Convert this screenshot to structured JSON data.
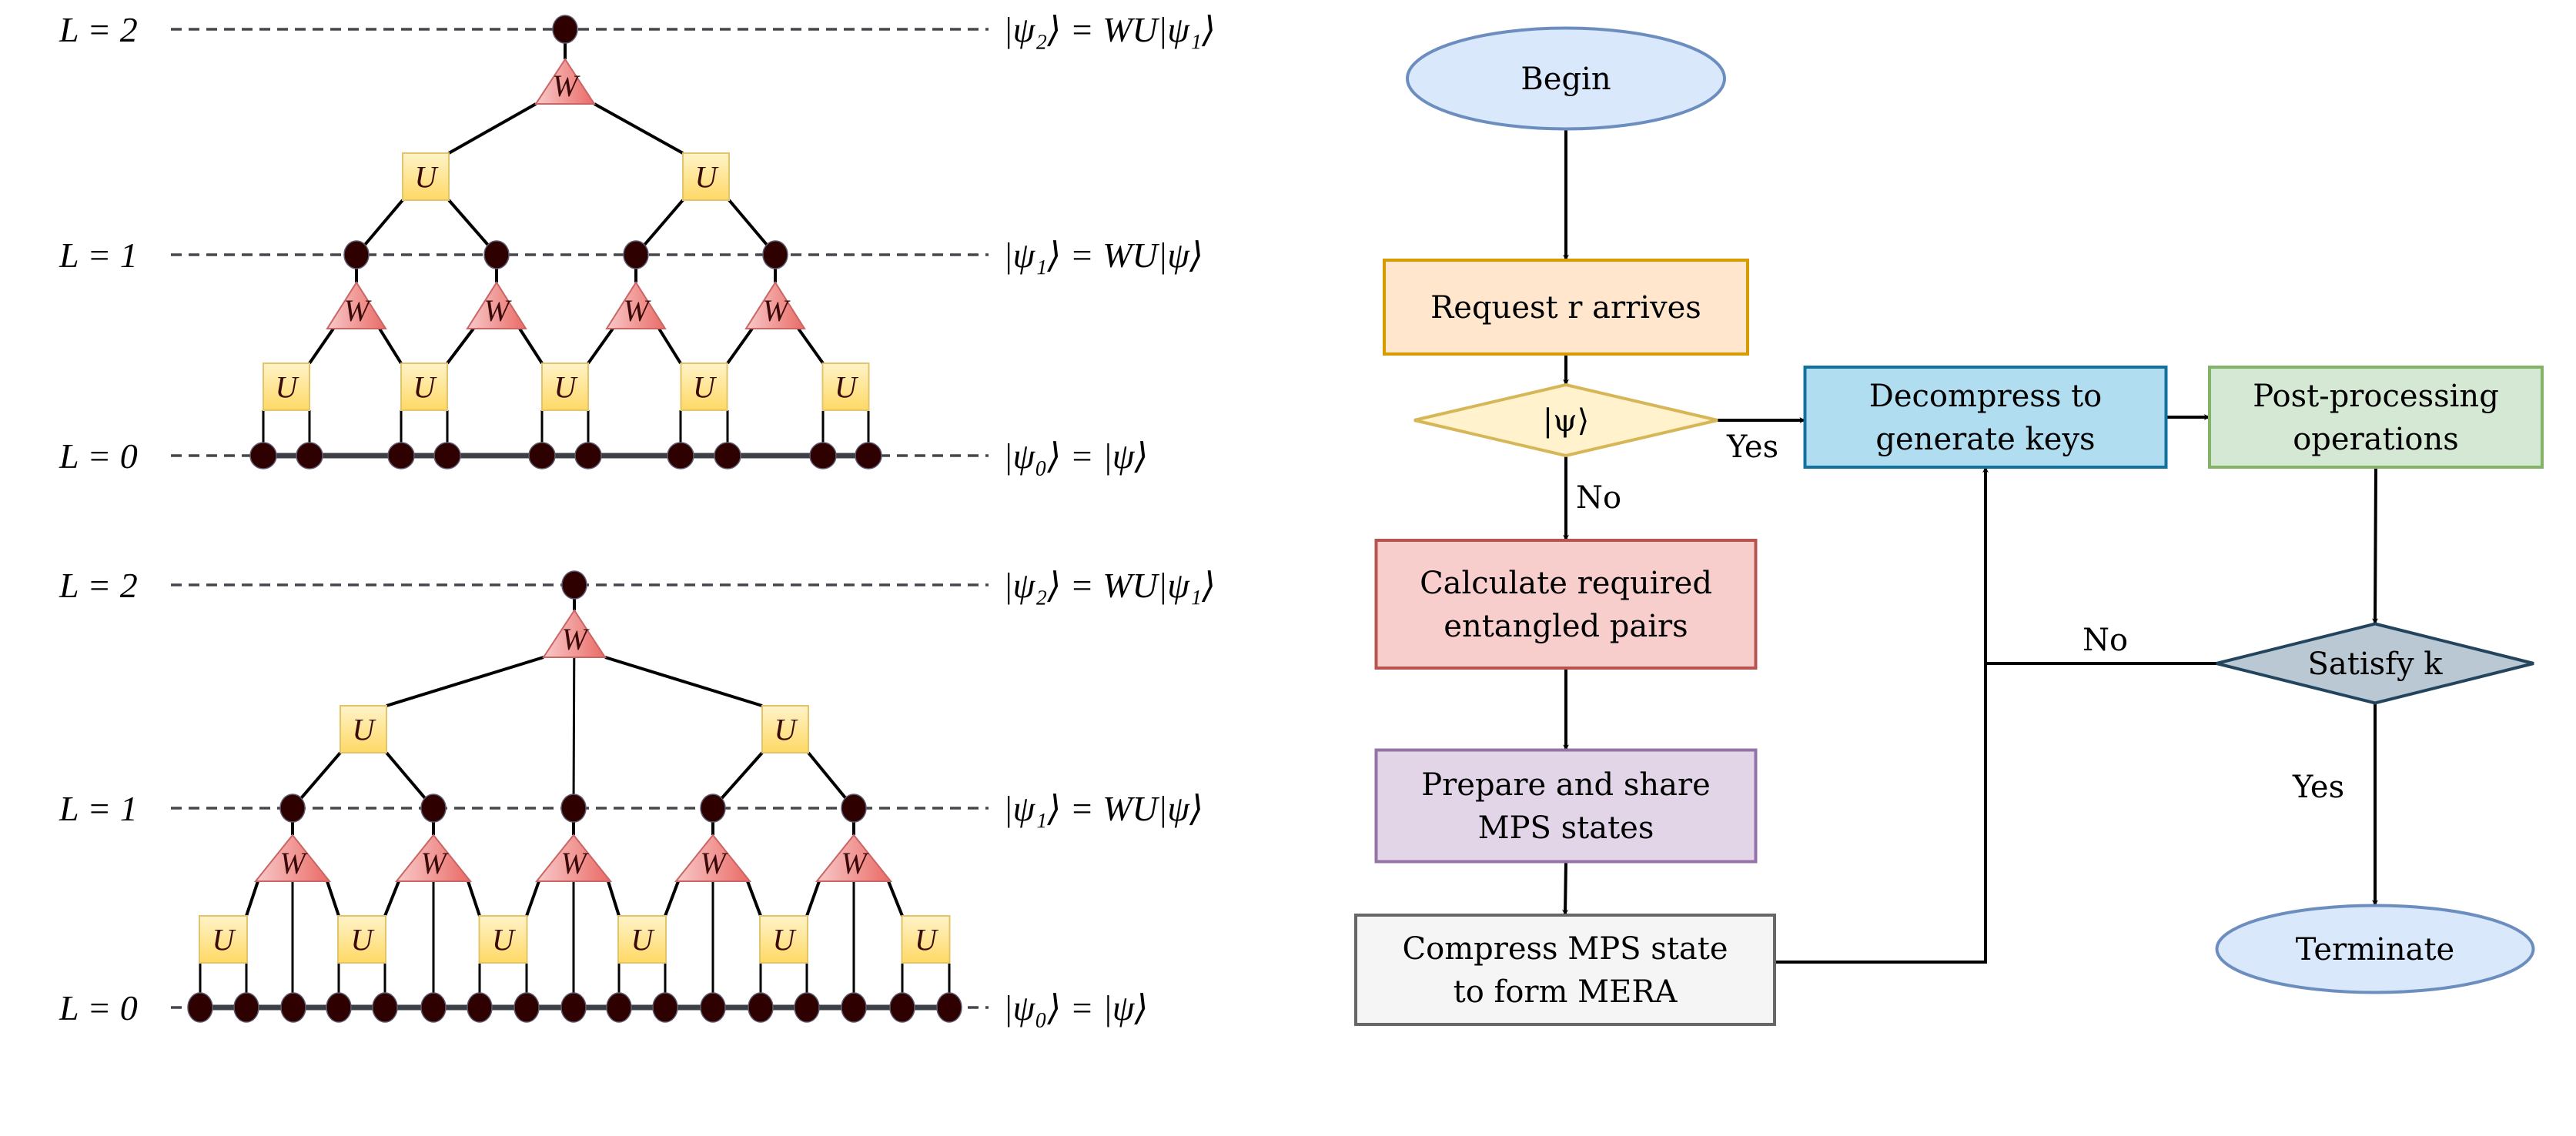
{
  "figure": {
    "left_panel": {
      "diagrams": [
        {
          "id": "binary-mera",
          "levels": [
            {
              "label": "L = 2",
              "state": "|ψ₂⟩ = WU|ψ₁⟩"
            },
            {
              "label": "L = 1",
              "state": "|ψ₁⟩ = WU|ψ⟩"
            },
            {
              "label": "L = 0",
              "state": "|ψ₀⟩ = |ψ⟩"
            }
          ],
          "gate_labels": {
            "unitary": "U",
            "isometry": "W"
          },
          "counts": {
            "level0_sites": 10,
            "level1_sites": 4,
            "level2_sites": 1,
            "lower_unitaries": 5,
            "lower_isometries": 4,
            "upper_unitaries": 2,
            "upper_isometries": 1
          }
        },
        {
          "id": "ternary-mera",
          "levels": [
            {
              "label": "L = 2",
              "state": "|ψ₂⟩ = WU|ψ₁⟩"
            },
            {
              "label": "L = 1",
              "state": "|ψ₁⟩ = WU|ψ⟩"
            },
            {
              "label": "L = 0",
              "state": "|ψ₀⟩ = |ψ⟩"
            }
          ],
          "gate_labels": {
            "unitary": "U",
            "isometry": "W"
          },
          "counts": {
            "level0_sites": 17,
            "level1_sites": 5,
            "level2_sites": 1,
            "lower_unitaries": 6,
            "lower_isometries": 5,
            "upper_unitaries": 2,
            "upper_isometries": 1
          }
        }
      ]
    },
    "flowchart": {
      "nodes": {
        "begin": {
          "lines": [
            "Begin"
          ],
          "shape": "ellipse",
          "fill": "#dae8fc",
          "stroke": "#6c8ebf"
        },
        "request": {
          "lines": [
            "Request r arrives"
          ],
          "shape": "rect",
          "fill": "#ffe6cc",
          "stroke": "#d79b00"
        },
        "check_psi": {
          "lines": [
            "|ψ⟩"
          ],
          "shape": "diamond",
          "fill": "#fff2cc",
          "stroke": "#d6b656"
        },
        "calculate": {
          "lines": [
            "Calculate required",
            "entangled pairs"
          ],
          "shape": "rect",
          "fill": "#f8cecc",
          "stroke": "#b85450"
        },
        "prepare": {
          "lines": [
            "Prepare and share",
            "MPS states"
          ],
          "shape": "rect",
          "fill": "#e1d5e7",
          "stroke": "#9673a6"
        },
        "compress": {
          "lines": [
            "Compress MPS state",
            "to form MERA"
          ],
          "shape": "rect",
          "fill": "#f5f5f5",
          "stroke": "#666666"
        },
        "decompress": {
          "lines": [
            "Decompress to",
            "generate keys"
          ],
          "shape": "rect",
          "fill": "#b1ddf0",
          "stroke": "#10739e"
        },
        "postprocess": {
          "lines": [
            "Post-processing",
            "operations"
          ],
          "shape": "rect",
          "fill": "#d5e8d4",
          "stroke": "#82b366"
        },
        "satisfy": {
          "lines": [
            "Satisfy k"
          ],
          "shape": "diamond",
          "fill": "#bac8d3",
          "stroke": "#23445d"
        },
        "terminate": {
          "lines": [
            "Terminate"
          ],
          "shape": "ellipse",
          "fill": "#dae8fc",
          "stroke": "#6c8ebf"
        }
      },
      "edge_labels": {
        "psi_yes": "Yes",
        "psi_no": "No",
        "satisfy_no": "No",
        "satisfy_yes": "Yes"
      },
      "edges": [
        {
          "from": "begin",
          "to": "request"
        },
        {
          "from": "request",
          "to": "check_psi"
        },
        {
          "from": "check_psi",
          "to": "decompress",
          "label": "Yes"
        },
        {
          "from": "check_psi",
          "to": "calculate",
          "label": "No"
        },
        {
          "from": "calculate",
          "to": "prepare"
        },
        {
          "from": "prepare",
          "to": "compress"
        },
        {
          "from": "compress",
          "to": "decompress"
        },
        {
          "from": "decompress",
          "to": "postprocess"
        },
        {
          "from": "postprocess",
          "to": "satisfy"
        },
        {
          "from": "satisfy",
          "to": "decompress",
          "label": "No"
        },
        {
          "from": "satisfy",
          "to": "terminate",
          "label": "Yes"
        }
      ]
    }
  }
}
